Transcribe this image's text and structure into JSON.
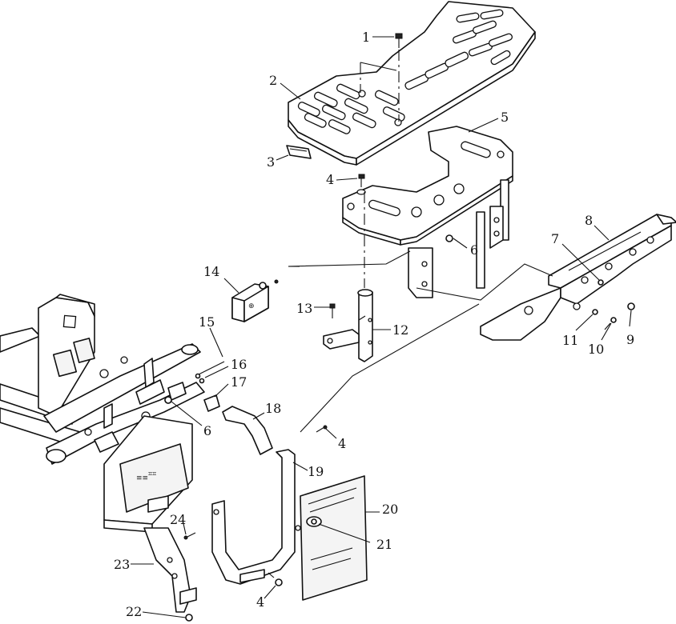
{
  "callouts": [
    {
      "id": "1",
      "text": "1"
    },
    {
      "id": "2",
      "text": "2"
    },
    {
      "id": "3",
      "text": "3"
    },
    {
      "id": "4a",
      "text": "4"
    },
    {
      "id": "5",
      "text": "5"
    },
    {
      "id": "6a",
      "text": "6"
    },
    {
      "id": "7",
      "text": "7"
    },
    {
      "id": "8",
      "text": "8"
    },
    {
      "id": "9",
      "text": "9"
    },
    {
      "id": "10",
      "text": "10"
    },
    {
      "id": "11",
      "text": "11"
    },
    {
      "id": "12",
      "text": "12"
    },
    {
      "id": "13",
      "text": "13"
    },
    {
      "id": "14",
      "text": "14"
    },
    {
      "id": "15",
      "text": "15"
    },
    {
      "id": "16",
      "text": "16"
    },
    {
      "id": "17",
      "text": "17"
    },
    {
      "id": "6b",
      "text": "6"
    },
    {
      "id": "18",
      "text": "18"
    },
    {
      "id": "4b",
      "text": "4"
    },
    {
      "id": "19",
      "text": "19"
    },
    {
      "id": "20",
      "text": "20"
    },
    {
      "id": "21",
      "text": "21"
    },
    {
      "id": "24",
      "text": "24"
    },
    {
      "id": "23",
      "text": "23"
    },
    {
      "id": "4c",
      "text": "4"
    },
    {
      "id": "22",
      "text": "22"
    }
  ]
}
